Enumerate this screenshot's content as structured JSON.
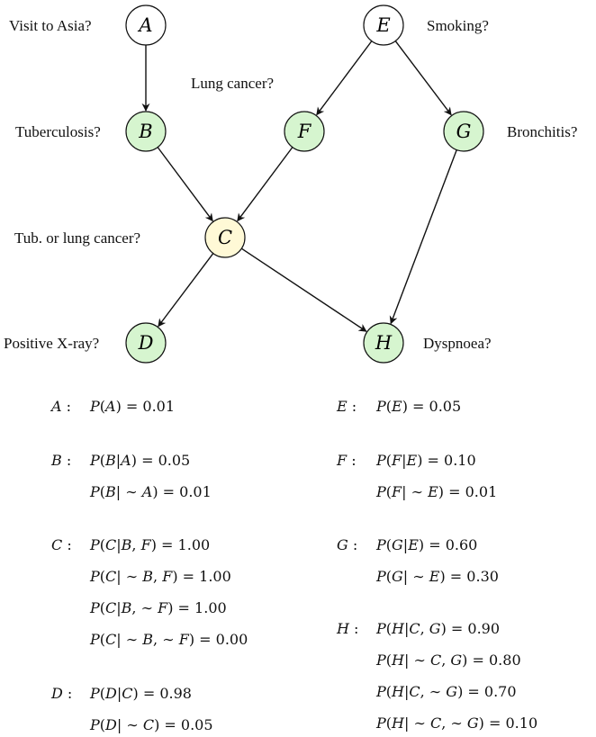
{
  "nodes": [
    {
      "id": "A",
      "label": "A",
      "caption": "Visit to Asia?",
      "fill": "#ffffff"
    },
    {
      "id": "B",
      "label": "B",
      "caption": "Tuberculosis?",
      "fill": "#d6f5cf"
    },
    {
      "id": "C",
      "label": "C",
      "caption": "Tub. or lung cancer?",
      "fill": "#fff9d6"
    },
    {
      "id": "D",
      "label": "D",
      "caption": "Positive X-ray?",
      "fill": "#d6f5cf"
    },
    {
      "id": "E",
      "label": "E",
      "caption": "Smoking?",
      "fill": "#ffffff"
    },
    {
      "id": "F",
      "label": "F",
      "caption": "Lung cancer?",
      "fill": "#d6f5cf"
    },
    {
      "id": "G",
      "label": "G",
      "caption": "Bronchitis?",
      "fill": "#d6f5cf"
    },
    {
      "id": "H",
      "label": "H",
      "caption": "Dyspnoea?",
      "fill": "#d6f5cf"
    }
  ],
  "edges": [
    {
      "from": "A",
      "to": "B"
    },
    {
      "from": "B",
      "to": "C"
    },
    {
      "from": "F",
      "to": "C"
    },
    {
      "from": "E",
      "to": "F"
    },
    {
      "from": "E",
      "to": "G"
    },
    {
      "from": "C",
      "to": "D"
    },
    {
      "from": "C",
      "to": "H"
    },
    {
      "from": "G",
      "to": "H"
    }
  ],
  "tables": [
    {
      "var": "A",
      "rows": [
        {
          "lhs": "P(A)",
          "value": "0.01"
        }
      ]
    },
    {
      "var": "B",
      "rows": [
        {
          "lhs": "P(B|A)",
          "value": "0.05"
        },
        {
          "lhs": "P(B| ∼ A)",
          "value": "0.01"
        }
      ]
    },
    {
      "var": "C",
      "rows": [
        {
          "lhs": "P(C|B, F)",
          "value": "1.00"
        },
        {
          "lhs": "P(C| ∼ B, F)",
          "value": "1.00"
        },
        {
          "lhs": "P(C|B, ∼ F)",
          "value": "1.00"
        },
        {
          "lhs": "P(C| ∼ B, ∼ F)",
          "value": "0.00"
        }
      ]
    },
    {
      "var": "D",
      "rows": [
        {
          "lhs": "P(D|C)",
          "value": "0.98"
        },
        {
          "lhs": "P(D| ∼ C)",
          "value": "0.05"
        }
      ]
    },
    {
      "var": "E",
      "rows": [
        {
          "lhs": "P(E)",
          "value": "0.05"
        }
      ]
    },
    {
      "var": "F",
      "rows": [
        {
          "lhs": "P(F|E)",
          "value": "0.10"
        },
        {
          "lhs": "P(F| ∼ E)",
          "value": "0.01"
        }
      ]
    },
    {
      "var": "G",
      "rows": [
        {
          "lhs": "P(G|E)",
          "value": "0.60"
        },
        {
          "lhs": "P(G| ∼ E)",
          "value": "0.30"
        }
      ]
    },
    {
      "var": "H",
      "rows": [
        {
          "lhs": "P(H|C, G)",
          "value": "0.90"
        },
        {
          "lhs": "P(H| ∼ C, G)",
          "value": "0.80"
        },
        {
          "lhs": "P(H|C, ∼ G)",
          "value": "0.70"
        },
        {
          "lhs": "P(H| ∼ C, ∼ G)",
          "value": "0.10"
        }
      ]
    }
  ]
}
